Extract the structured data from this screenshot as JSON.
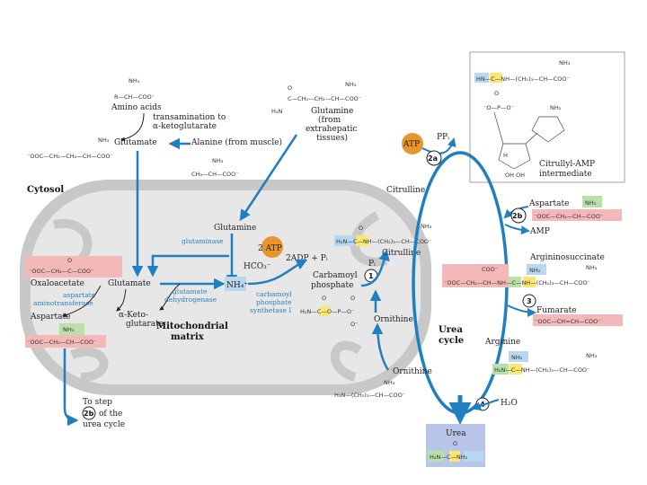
{
  "labels": {
    "cytosol": "Cytosol",
    "mito_matrix_1": "Mitochondrial",
    "mito_matrix_2": "matrix",
    "amino_acids": "Amino acids",
    "transamination_1": "transamination to",
    "transamination_2": "α-ketoglutarate",
    "glutamate_top": "Glutamate",
    "alanine": "Alanine (from muscle)",
    "glutamine_top_1": "Glutamine",
    "glutamine_top_2": "(from",
    "glutamine_top_3": "extrahepatic",
    "glutamine_top_4": "tissues)",
    "glutamine_mito": "Glutamine",
    "glutaminase": "glutaminase",
    "glutamate_mito": "Glutamate",
    "oxaloacetate": "Oxaloacetate",
    "aspartate_aminotransferase_1": "aspartate",
    "aspartate_aminotransferase_2": "aminotransferase",
    "aspartate_left": "Aspartate",
    "a_ketoglutarate_1": "α-Keto-",
    "a_ketoglutarate_2": "glutarate",
    "glutamate_dehydrogenase_1": "glutamate",
    "glutamate_dehydrogenase_2": "dehydrogenase",
    "nh4": "NH₄⁺",
    "atp_2": "2 ATP",
    "hco3": "HCO₃⁻",
    "adp": "2ADP + Pᵢ",
    "cps_1": "carbamoyl",
    "cps_2": "phosphate",
    "cps_3": "synthetase I",
    "carbamoyl_phosphate_1": "Carbamoyl",
    "carbamoyl_phosphate_2": "phosphate",
    "citrulline_mito": "Citrulline",
    "pi": "Pᵢ",
    "ornithine_mito": "Ornithine",
    "ornithine_lower": "Ornithine",
    "citrulline_cyto": "Citrulline",
    "atp_cyto": "ATP",
    "ppi": "PPᵢ",
    "citrullyl_amp_1": "Citrullyl-AMP",
    "citrullyl_amp_2": "intermediate",
    "aspartate_right": "Aspartate",
    "amp": "AMP",
    "argininosuccinate": "Argininosuccinate",
    "fumarate": "Fumarate",
    "arginine": "Arginine",
    "h2o": "H₂O",
    "urea": "Urea",
    "urea_cycle_1": "Urea",
    "urea_cycle_2": "cycle",
    "to_step_1": "To step",
    "to_step_3": "of the",
    "to_step_4": "urea cycle"
  },
  "steps": {
    "s1": "1",
    "s2a": "2a",
    "s2b": "2b",
    "s3": "3",
    "s4": "4",
    "s2b_left": "2b"
  },
  "formulas": {
    "amino_acid_nh3": "NH₃",
    "amino_acid": "R—CH—COO⁻",
    "glutamate_nh3": "NH₃",
    "glutamate": "⁻OOC—CH₂—CH₂—CH—COO⁻",
    "alanine_nh3": "NH₃",
    "alanine": "CH₃—CH—COO⁻",
    "glutamine_o": "O",
    "glutamine": "C—CH₂—CH₂—CH—COO⁻",
    "glutamine_h2n": "H₂N",
    "glutamine_nh3": "NH₃",
    "oxaloacetate": "⁻OOC—CH₂—C—COO⁻",
    "oxaloacetate_o": "O",
    "aspartate_nh3": "NH₃",
    "aspartate": "⁻OOC—CH₂—CH—COO⁻",
    "citrulline_o": "O",
    "citrulline_nh3": "NH₃",
    "citrulline": "H₂N—C—NH—(CH₂)₃—CH—COO⁻",
    "carbamoyl": "H₂N—C—O—P—O⁻",
    "carbamoyl_o": "O",
    "carbamoyl_o2": "O",
    "carbamoyl_o3": "O⁻",
    "ornithine": "H₃N—(CH₂)₃—CH—COO⁻",
    "ornithine_nh3": "NH₃",
    "asp_right_nh3": "NH₃",
    "asp_right": "⁻OOC—CH₂—CH—COO⁻",
    "argsucc_coo": "COO⁻",
    "argsucc_nh2": "NH₂",
    "argsucc": "⁻OOC—CH₂—CH—NH—C—NH—(CH₂)₃—CH—COO⁻",
    "argsucc_nh3": "NH₃",
    "fumarate": "⁻OOC—CH=CH—COO⁻",
    "arginine_nh2": "NH₂",
    "arginine": "H₂N—C—NH—(CH₂)₃—CH—COO⁻",
    "arginine_nh3": "NH₃",
    "urea_o": "O",
    "urea": "H₂N—C—NH₂",
    "camp_nh3": "NH₃",
    "camp": "HN—C—NH—(CH₂)₃—CH—COO⁻",
    "camp_o": "O",
    "camp_p": "⁻O—P—O⁻",
    "camp_nh2": "NH₂",
    "camp_h": "H",
    "camp_oh": "OH  OH"
  },
  "colors": {
    "arrow": "#1f7fc0",
    "arrow_light": "#5ab0e0",
    "mito_outer": "#c8c8c8",
    "mito_inner": "#e7e7e7",
    "atp": "#e8962c",
    "highlight_pink": "#f4b8b8",
    "highlight_green": "#b8e0a8",
    "highlight_blue": "#b8d8f0",
    "highlight_yellow": "#f8e870",
    "urea_box": "#b8c4e8"
  }
}
